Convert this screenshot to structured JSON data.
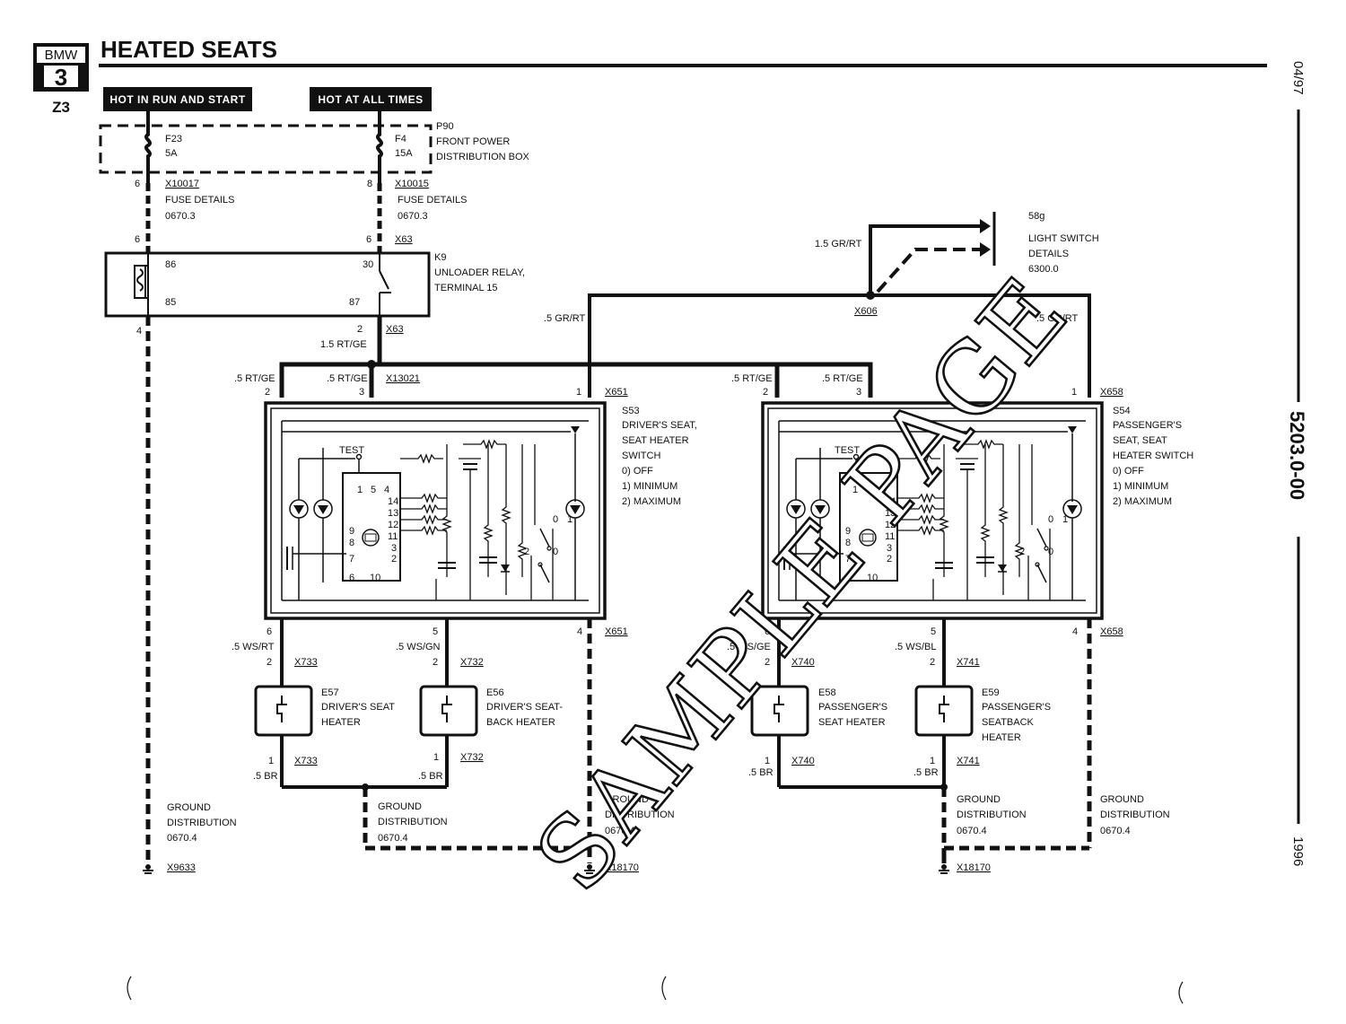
{
  "header": {
    "logo_top": "BMW",
    "logo_series": "3",
    "logo_model": "Z3",
    "title": "HEATED SEATS"
  },
  "power_labels": {
    "run_start": "HOT IN RUN AND START",
    "all_times": "HOT AT ALL TIMES"
  },
  "side": {
    "date": "04/97",
    "doc_number": "5203.0-00",
    "year": "1996"
  },
  "watermark": "SAMPLE PAGE",
  "fuse_box": {
    "id": "P90",
    "name_1": "FRONT POWER",
    "name_2": "DISTRIBUTION BOX",
    "f23_id": "F23",
    "f23_rating": "5A",
    "f4_id": "F4",
    "f4_rating": "15A"
  },
  "fuse_details": {
    "left_pin": "6",
    "left_conn": "X10017",
    "left_text": "FUSE DETAILS",
    "left_ref": "0670.3",
    "right_pin": "8",
    "right_conn": "X10015",
    "right_text": "FUSE DETAILS",
    "right_ref": "0670.3"
  },
  "relay": {
    "id": "K9",
    "name_1": "UNLOADER RELAY,",
    "name_2": "TERMINAL 15",
    "pin_left_top": "6",
    "pin_right_top": "6",
    "conn_top": "X63",
    "t86": "86",
    "t85": "85",
    "t30": "30",
    "t87": "87",
    "pin_left_bottom": "4",
    "pin_right_bottom": "2",
    "conn_bottom": "X63",
    "wire_out": "1.5 RT/GE"
  },
  "light_switch": {
    "id": "58g",
    "name_1": "LIGHT SWITCH",
    "name_2": "DETAILS",
    "ref": "6300.0",
    "wire": "1.5 GR/RT",
    "splice": "X606"
  },
  "wires": {
    "gr_rt_left": ".5 GR/RT",
    "gr_rt_right": ".5 GR/RT",
    "rt_ge": ".5 RT/GE",
    "splice_main": "X13021"
  },
  "driver_switch": {
    "id": "S53",
    "name_1": "DRIVER'S SEAT,",
    "name_2": "SEAT HEATER",
    "name_3": "SWITCH",
    "mode_0": "0)  OFF",
    "mode_1": "1)  MINIMUM",
    "mode_2": "2)  MAXIMUM",
    "pin_2": "2",
    "pin_3": "3",
    "pin_1": "1",
    "conn_top": "X651",
    "pin_6": "6",
    "pin_5": "5",
    "pin_4": "4",
    "conn_bottom": "X651",
    "test": "TEST"
  },
  "passenger_switch": {
    "id": "S54",
    "name_1": "PASSENGER'S",
    "name_2": "SEAT, SEAT",
    "name_3": "HEATER SWITCH",
    "mode_0": "0)  OFF",
    "mode_1": "1)  MINIMUM",
    "mode_2": "2)  MAXIMUM",
    "pin_2": "2",
    "pin_3": "3",
    "pin_1": "1",
    "conn_top": "X658",
    "pin_6": "6",
    "pin_5": "5",
    "pin_4": "4",
    "conn_bottom": "X658",
    "test": "TEST"
  },
  "ic_pins": {
    "top": [
      "1",
      "5",
      "4"
    ],
    "right": [
      "14",
      "13",
      "12",
      "11",
      "3",
      "2"
    ],
    "left": [
      "9",
      "8",
      "7"
    ],
    "bottom": [
      "6",
      "10"
    ],
    "switch_0": "0",
    "switch_1": "1",
    "switch_2": "2"
  },
  "heaters": {
    "e57": {
      "id": "E57",
      "name_1": "DRIVER'S SEAT",
      "name_2": "HEATER",
      "wire_in": ".5 WS/RT",
      "pin_in": "2",
      "conn_in": "X733",
      "pin_out": "1",
      "conn_out": "X733",
      "wire_out": ".5 BR"
    },
    "e56": {
      "id": "E56",
      "name_1": "DRIVER'S SEAT-",
      "name_2": "BACK HEATER",
      "wire_in": ".5 WS/GN",
      "pin_in": "2",
      "conn_in": "X732",
      "pin_out": "1",
      "conn_out": "X732",
      "wire_out": ".5 BR"
    },
    "e58": {
      "id": "E58",
      "name_1": "PASSENGER'S",
      "name_2": "SEAT HEATER",
      "wire_in": ".5 WS/GE",
      "pin_in": "2",
      "conn_in": "X740",
      "pin_out": "1",
      "conn_out": "X740",
      "wire_out": ".5 BR"
    },
    "e59": {
      "id": "E59",
      "name_1": "PASSENGER'S",
      "name_2": "SEATBACK",
      "name_3": "HEATER",
      "wire_in": ".5 WS/BL",
      "pin_in": "2",
      "conn_in": "X741",
      "pin_out": "1",
      "conn_out": "X741",
      "wire_out": ".5 BR"
    }
  },
  "grounds": {
    "g1": {
      "text_1": "GROUND",
      "text_2": "DISTRIBUTION",
      "ref": "0670.4",
      "conn": "X9633"
    },
    "g2": {
      "text_1": "GROUND",
      "text_2": "DISTRIBUTION",
      "ref": "0670.4"
    },
    "g3": {
      "text_1": "GROUND",
      "text_2": "DISTRIBUTION",
      "ref": "0670.4",
      "conn": "X18170"
    },
    "g4": {
      "text_1": "GROUND",
      "text_2": "DISTRIBUTION",
      "ref": "0670.4"
    },
    "g5": {
      "text_1": "GROUND",
      "text_2": "DISTRIBUTION",
      "ref": "0670.4",
      "conn": "X18170"
    }
  }
}
